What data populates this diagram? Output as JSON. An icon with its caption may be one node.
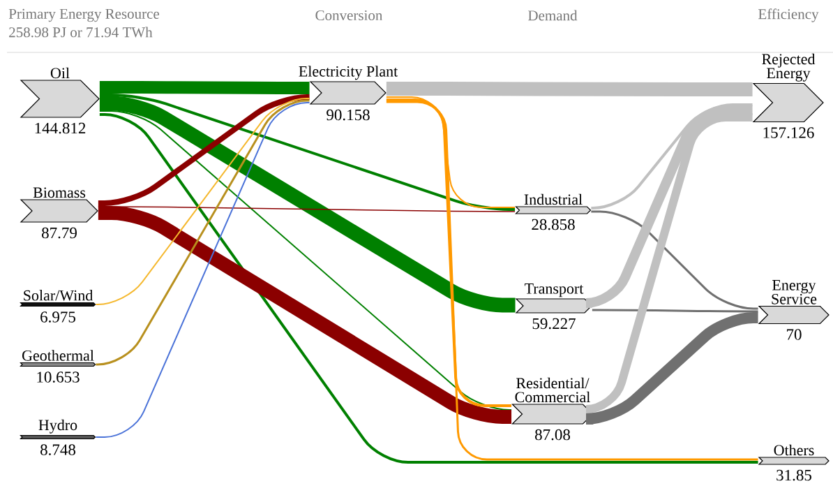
{
  "diagram": {
    "nodes": [
      {
        "text": [
          "Oil",
          "144.812"
        ]
      },
      {
        "text": [
          "Biomass",
          "87.79"
        ]
      },
      {
        "text": [
          "Solar/Wind",
          "6.975"
        ]
      },
      {
        "text": [
          "Geothermal",
          "10.653"
        ]
      },
      {
        "text": [
          "Hydro",
          "8.748"
        ]
      },
      {
        "text": [
          "Electricity Plant",
          "90.158"
        ]
      },
      {
        "text": [
          "Industrial",
          "28.858"
        ]
      },
      {
        "text": [
          "Transport",
          "59.227"
        ]
      },
      {
        "text": [
          "Residential/ Commercial",
          "87.08"
        ]
      },
      {
        "text": [
          "Rejected Energy",
          "157.126"
        ]
      },
      {
        "text": [
          "Energy Service",
          "70"
        ]
      },
      {
        "text": [
          "Others",
          "31.85"
        ]
      }
    ],
    "edges": [
      {
        "from": 0,
        "to": 5,
        "arrow": "none",
        "style": "thick",
        "color": "#008000"
      },
      {
        "from": 0,
        "to": 6,
        "arrow": "none",
        "color": "#008000"
      },
      {
        "from": 0,
        "to": 7,
        "arrow": "none",
        "style": "thick",
        "color": "#008000"
      },
      {
        "from": 0,
        "to": 8,
        "arrow": "none",
        "color": "#008000"
      },
      {
        "from": 0,
        "to": 11,
        "arrow": "none",
        "color": "#008000"
      },
      {
        "from": 1,
        "to": 5,
        "arrow": "none",
        "style": "thick",
        "color": "#8b0000"
      },
      {
        "from": 1,
        "to": 6,
        "arrow": "none",
        "color": "#8b0000"
      },
      {
        "from": 1,
        "to": 8,
        "arrow": "none",
        "style": "thick",
        "color": "#8b0000"
      },
      {
        "from": 2,
        "to": 5,
        "arrow": "none",
        "color": "#f5b82e"
      },
      {
        "from": 3,
        "to": 5,
        "arrow": "none",
        "color": "#b8901e"
      },
      {
        "from": 4,
        "to": 5,
        "arrow": "none",
        "color": "#4a72d8"
      },
      {
        "from": 5,
        "to": 9,
        "arrow": "none",
        "style": "thick",
        "color": "#c0c0c0"
      },
      {
        "from": 5,
        "to": 6,
        "arrow": "none",
        "color": "#ff9900"
      },
      {
        "from": 5,
        "to": 8,
        "arrow": "none",
        "color": "#ff9900"
      },
      {
        "from": 5,
        "to": 11,
        "arrow": "none",
        "color": "#ff9900"
      },
      {
        "from": 6,
        "to": 9,
        "arrow": "none",
        "color": "#c0c0c0"
      },
      {
        "from": 6,
        "to": 10,
        "arrow": "none",
        "color": "#707070"
      },
      {
        "from": 7,
        "to": 9,
        "arrow": "none",
        "style": "thick",
        "color": "#c0c0c0"
      },
      {
        "from": 7,
        "to": 10,
        "arrow": "none",
        "color": "#707070"
      },
      {
        "from": 8,
        "to": 9,
        "arrow": "none",
        "style": "thick",
        "color": "#c0c0c0"
      },
      {
        "from": 8,
        "to": 10,
        "arrow": "none",
        "style": "thick",
        "color": "#707070"
      }
    ],
    "labels": [
      "Primary Energy Resource",
      "258.98 PJ or 71.94 TWh",
      "Conversion",
      "Demand",
      "Efficiency"
    ]
  }
}
